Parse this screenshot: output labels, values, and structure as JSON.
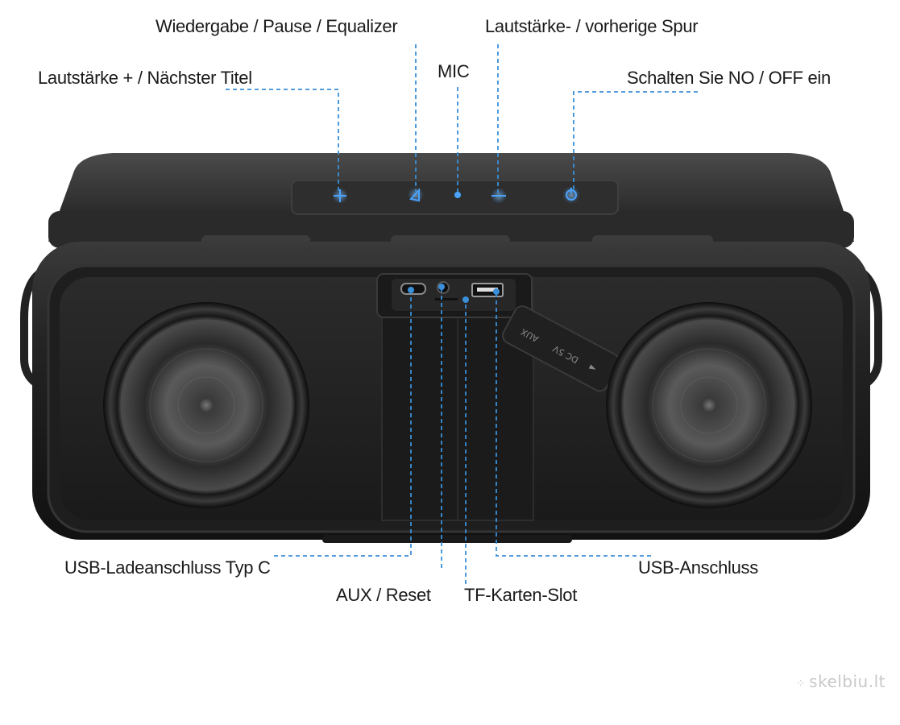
{
  "labels": {
    "vol_plus": "Lautstärke + / Nächster Titel",
    "play_pause": "Wiedergabe / Pause / Equalizer",
    "mic": "MIC",
    "vol_minus": "Lautstärke- / vorherige Spur",
    "power": "Schalten Sie NO / OFF ein",
    "usb_c": "USB-Ladeanschluss Typ C",
    "aux_reset": "AUX / Reset",
    "tf_slot": "TF-Karten-Slot",
    "usb": "USB-Anschluss"
  },
  "cover_text": {
    "line1": "AUX",
    "line2": "DC 5V",
    "line3": "◄"
  },
  "watermark": {
    "text": "skelbiu.lt"
  },
  "colors": {
    "callout_line": "#3a8fd8",
    "button_glow": "#4aa3ff",
    "speaker_body": "#1c1c1c"
  }
}
